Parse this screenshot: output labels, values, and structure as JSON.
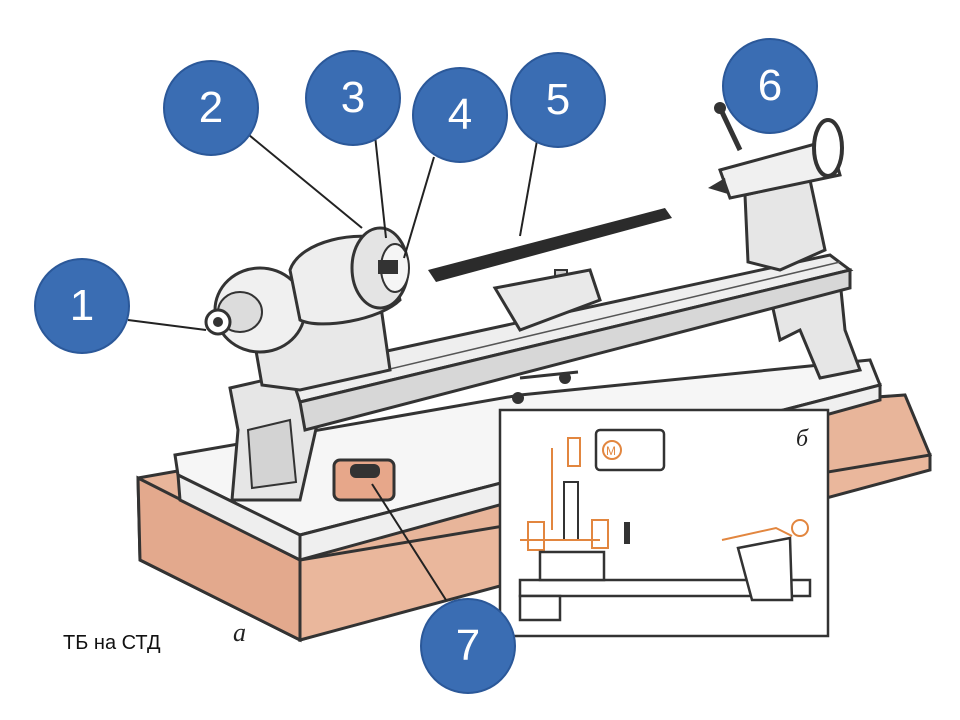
{
  "caption": "ТБ на СТД",
  "figure_labels": {
    "main": "а",
    "inset": "б"
  },
  "callouts": [
    "1",
    "2",
    "3",
    "4",
    "5",
    "6",
    "7"
  ],
  "colors": {
    "callout_fill": "#3a6db3",
    "base_block": "#e8b59a",
    "ink": "#222222",
    "inset_orange": "#e2863f"
  }
}
